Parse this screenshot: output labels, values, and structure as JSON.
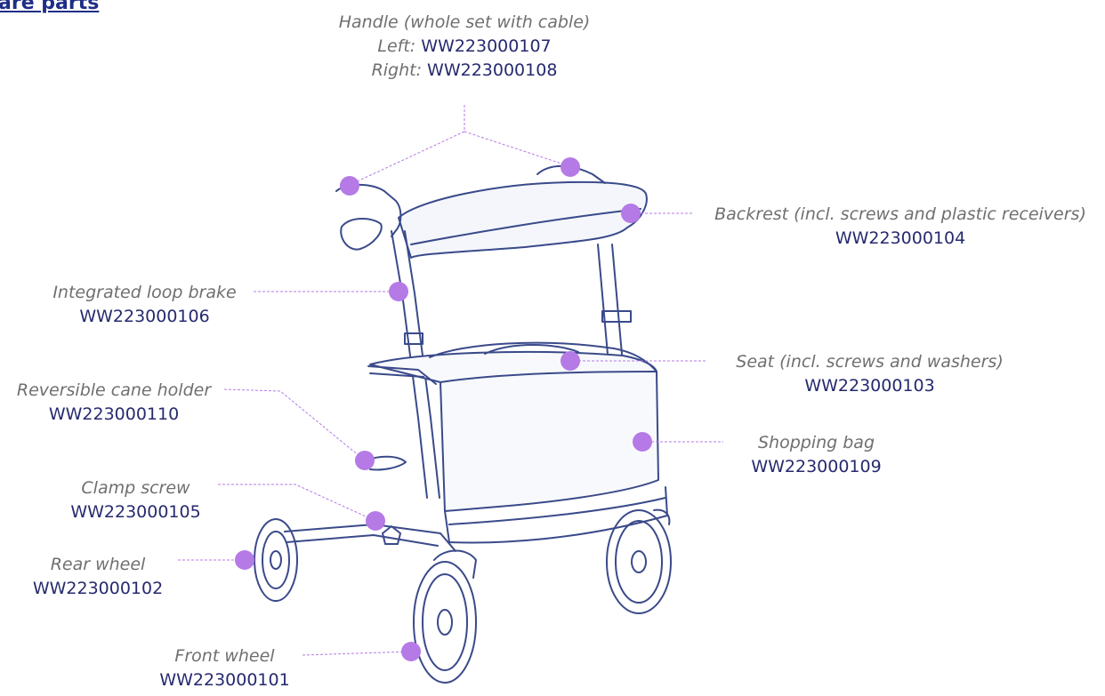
{
  "heading": "are parts",
  "parts": [
    {
      "id": "handle",
      "name": "Handle (whole set with cable)",
      "left_label": "Left:",
      "left_code": "WW223000107",
      "right_label": "Right:",
      "right_code": "WW223000108"
    },
    {
      "id": "backrest",
      "name": "Backrest (incl. screws and plastic receivers)",
      "code": "WW223000104"
    },
    {
      "id": "loop-brake",
      "name": "Integrated loop brake",
      "code": "WW223000106"
    },
    {
      "id": "seat",
      "name": "Seat (incl. screws and washers)",
      "code": "WW223000103"
    },
    {
      "id": "cane-holder",
      "name": "Reversible cane holder",
      "code": "WW223000110"
    },
    {
      "id": "shopping-bag",
      "name": "Shopping bag",
      "code": "WW223000109"
    },
    {
      "id": "clamp-screw",
      "name": "Clamp screw",
      "code": "WW223000105"
    },
    {
      "id": "rear-wheel",
      "name": "Rear wheel",
      "code": "WW223000102"
    },
    {
      "id": "front-wheel",
      "name": "Front wheel",
      "code": "WW223000101"
    }
  ],
  "colors": {
    "marker": "#b57ae6",
    "leader": "#b57ae6",
    "line_art": "#3a4a8a",
    "code_text": "#262a6e",
    "name_text": "#6f6f6f",
    "heading": "#1f2d86"
  }
}
